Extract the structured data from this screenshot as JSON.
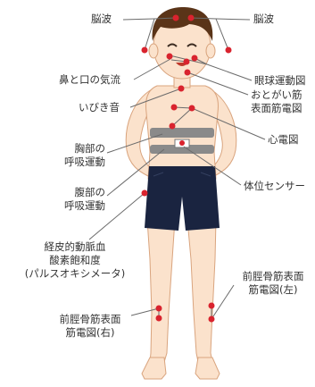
{
  "labels": {
    "eeg_left": "脳波",
    "eeg_right": "脳波",
    "airflow": "鼻と口の気流",
    "snore": "いびき音",
    "eog": "眼球運動図",
    "chin_emg": [
      "おとがい筋",
      "表面筋電図"
    ],
    "ecg": "心電図",
    "chest": [
      "胸部の",
      "呼吸運動"
    ],
    "abdomen": [
      "腹部の",
      "呼吸運動"
    ],
    "position": "体位センサー",
    "spo2": [
      "経皮的動脈血",
      "酸素飽和度",
      "(パルスオキシメータ)"
    ],
    "leg_left": [
      "前脛骨筋表面",
      "筋電図(左)"
    ],
    "leg_right": [
      "前脛骨筋表面",
      "筋電図(右)"
    ]
  },
  "colors": {
    "sensor": "#d9232e",
    "line": "#6b6b6b",
    "skin": "#fbe2cc",
    "skin_outline": "#d9a47e",
    "hair": "#5a3418",
    "shorts": "#1a2440",
    "belt": "#8a8a8a",
    "text": "#333333"
  }
}
